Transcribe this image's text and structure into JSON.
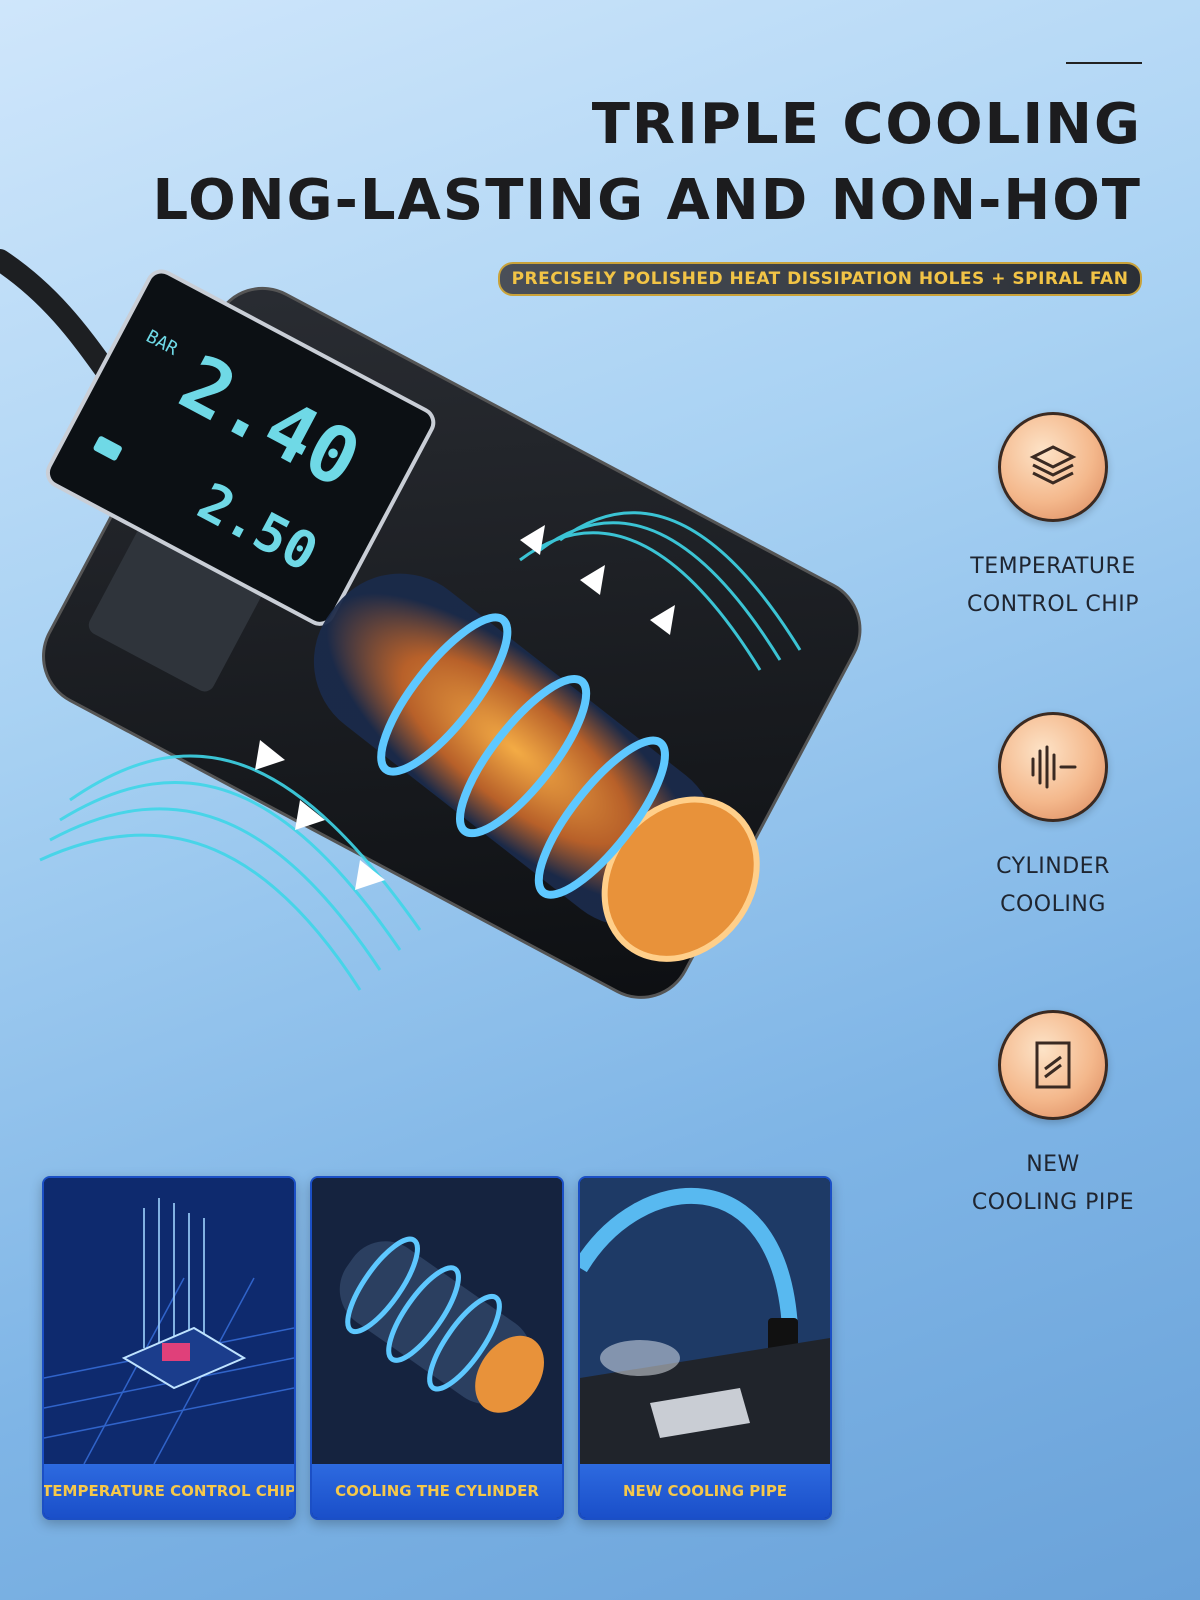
{
  "header": {
    "title_line1": "TRIPLE COOLING",
    "title_line2": "LONG-LASTING AND NON-HOT",
    "subtitle": "PRECISELY POLISHED HEAT DISSIPATION HOLES + SPIRAL FAN"
  },
  "device_display": {
    "unit": "BAR",
    "main_reading": "2.40",
    "target_reading": "2.50"
  },
  "features": [
    {
      "line1": "TEMPERATURE",
      "line2": "CONTROL CHIP",
      "icon": "layers-icon"
    },
    {
      "line1": "CYLINDER",
      "line2": "COOLING",
      "icon": "sound-wave-icon"
    },
    {
      "line1": "NEW",
      "line2": "COOLING PIPE",
      "icon": "pipe-panel-icon"
    }
  ],
  "cards": [
    {
      "label": "TEMPERATURE CONTROL CHIP"
    },
    {
      "label": "COOLING THE CYLINDER"
    },
    {
      "label": "NEW COOLING PIPE"
    }
  ],
  "colors": {
    "accent_gold": "#f2c446",
    "card_blue": "#1a4fc9",
    "icon_peach": "#f4b88c",
    "airflow_cyan": "#3fd6e8"
  }
}
